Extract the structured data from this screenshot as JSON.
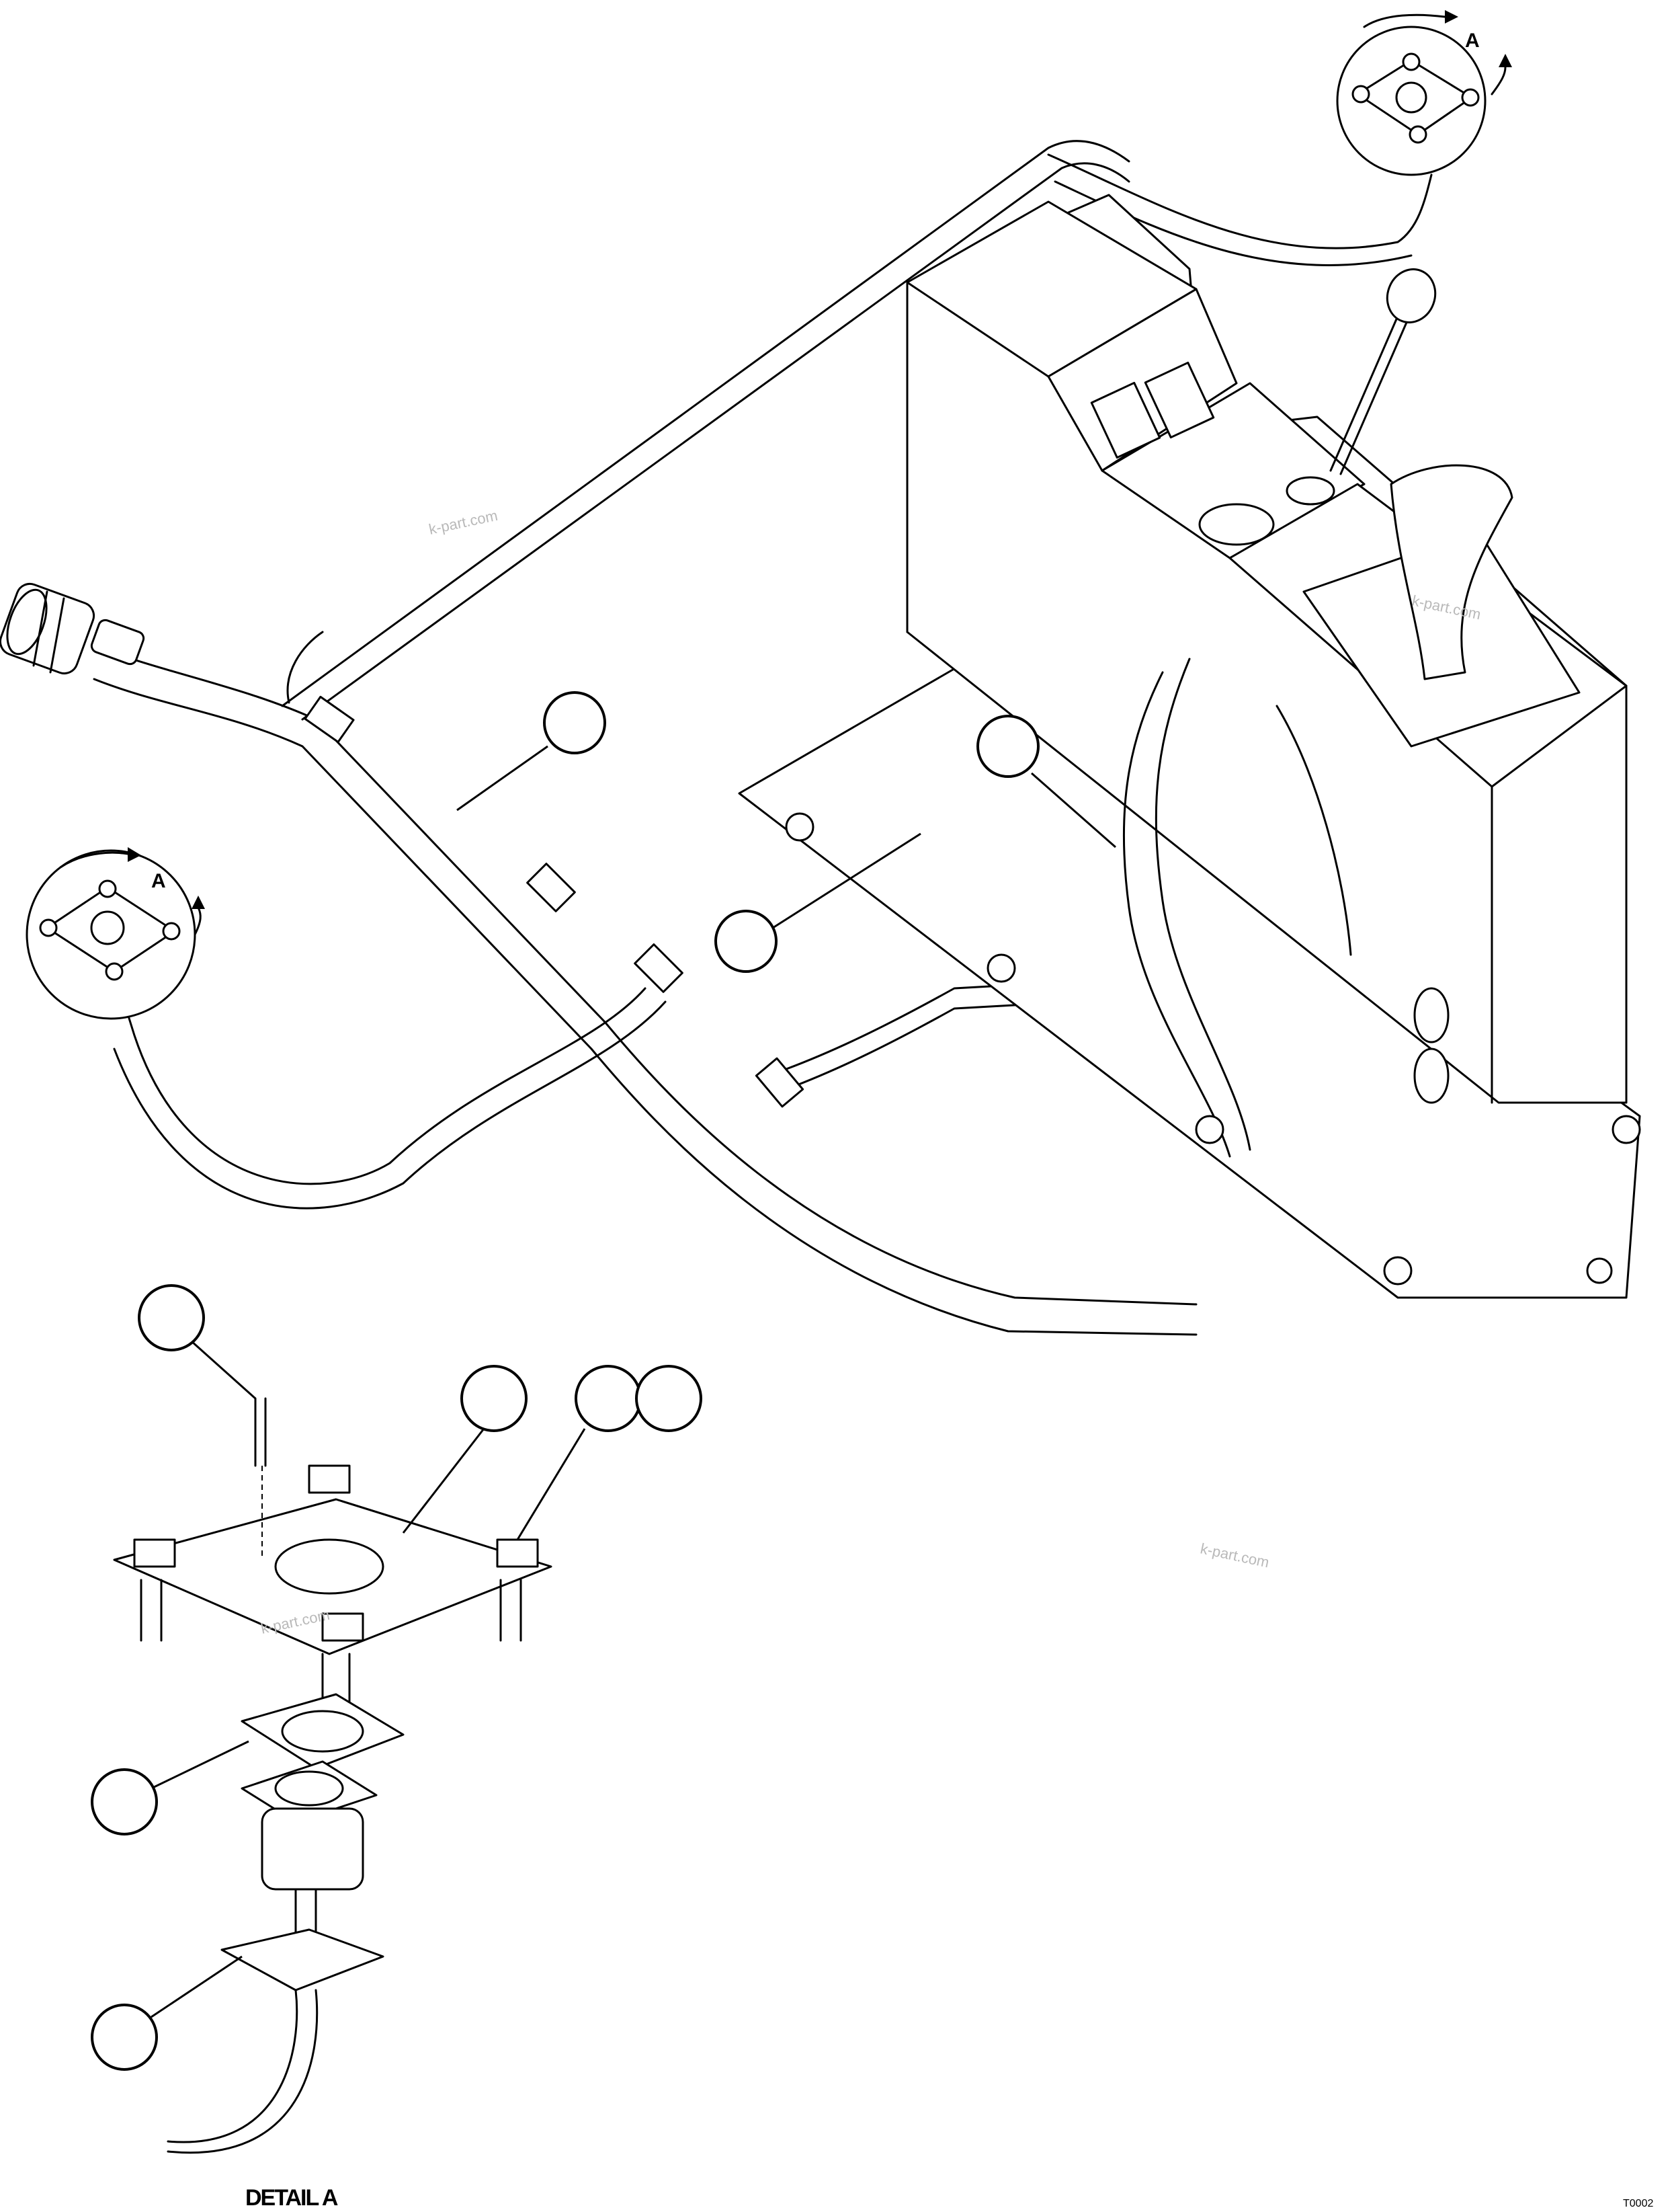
{
  "view_label": "A",
  "detail_title": "DETAIL A",
  "watermark": "k-part.com",
  "drawing_code": "T0002",
  "callouts": [
    "",
    "",
    "",
    "",
    "",
    "",
    "",
    "",
    ""
  ]
}
